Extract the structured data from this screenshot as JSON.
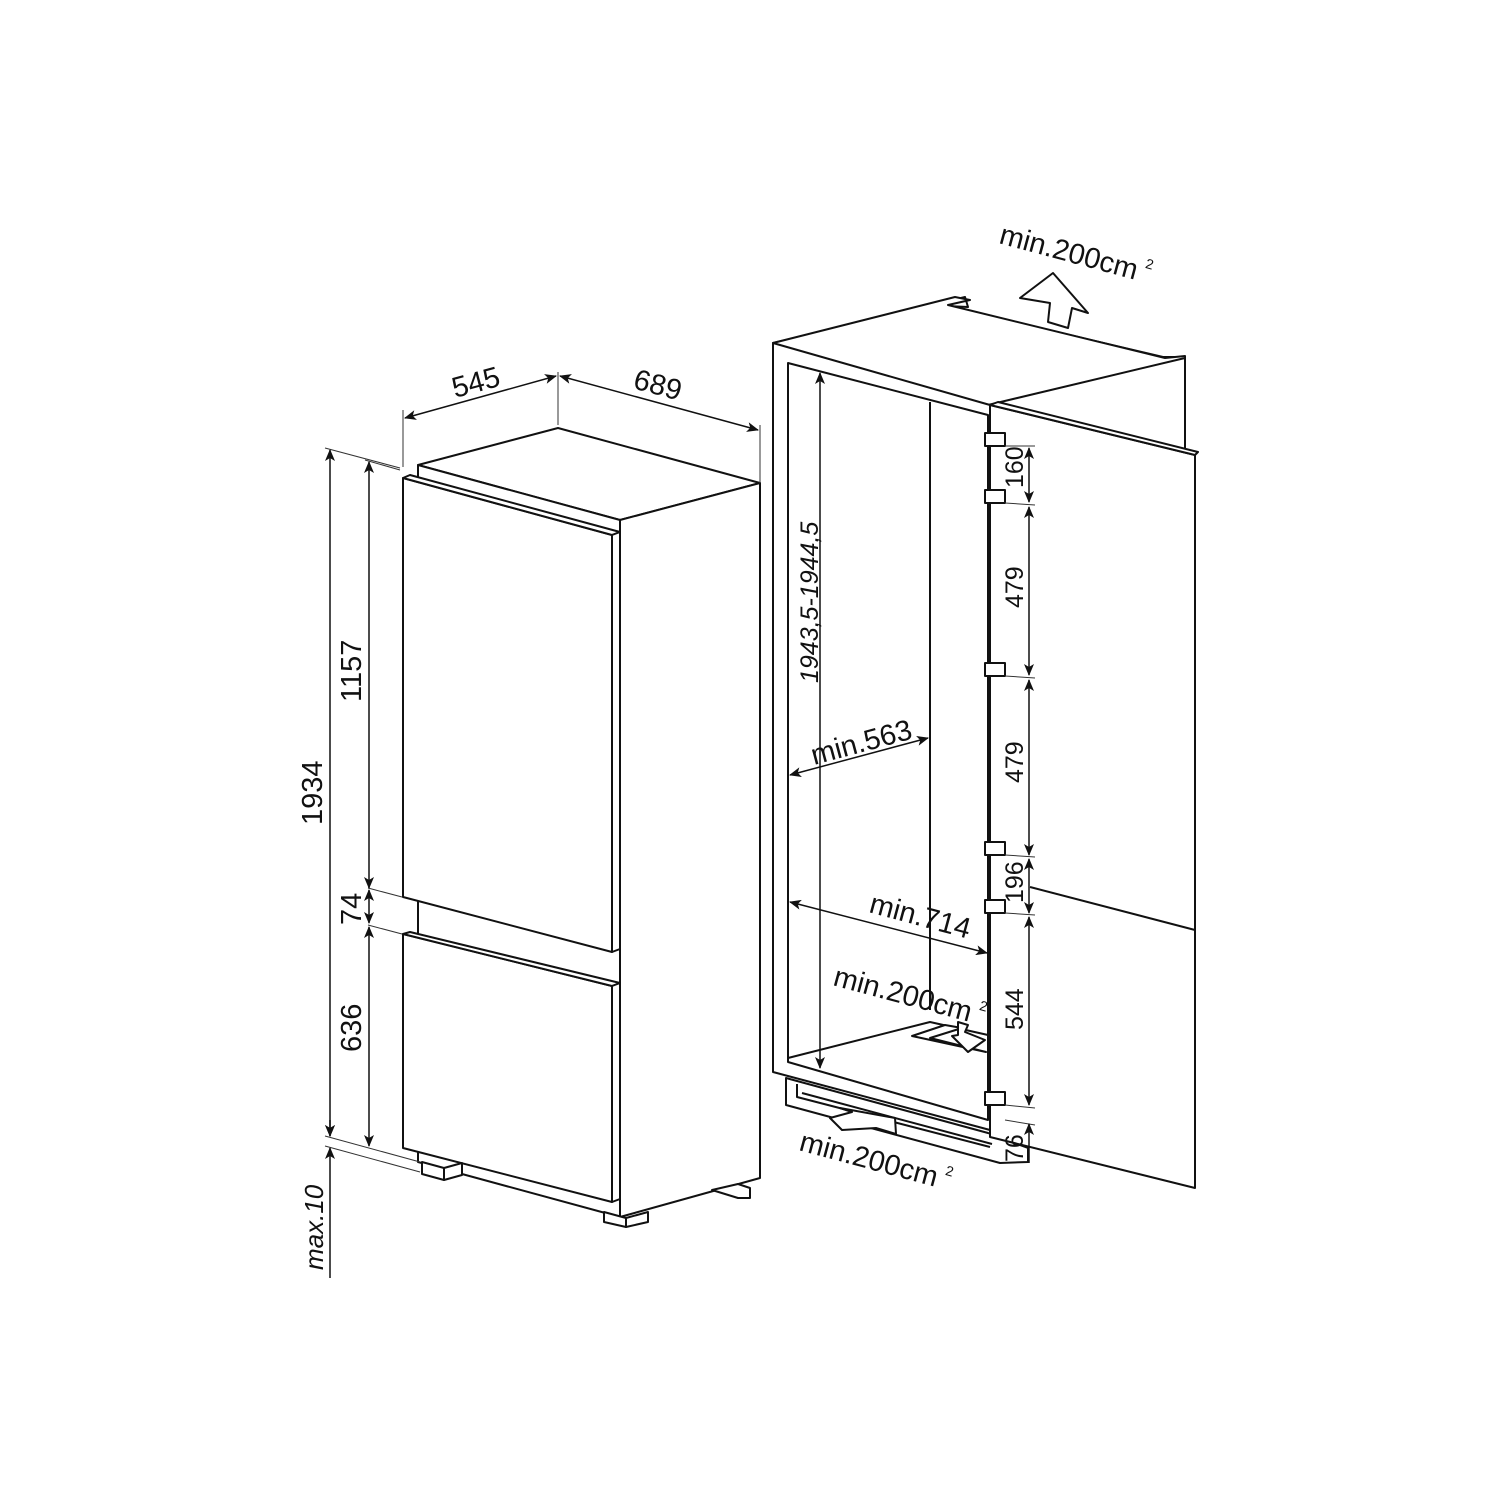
{
  "left_view": {
    "title": "appliance",
    "dims": {
      "depth": "545",
      "width": "689",
      "total_height": "1934",
      "upper_door_height": "1157",
      "door_gap": "74",
      "lower_door_height": "636",
      "max_adjust": "max.10"
    }
  },
  "right_view": {
    "title": "niche",
    "dims": {
      "niche_height": "1943,5-1944,5",
      "min_depth": "min.563",
      "min_width": "min.714",
      "hinge_spacing_1": "160",
      "hinge_spacing_2": "479",
      "hinge_spacing_3": "479",
      "hinge_spacing_4": "196",
      "hinge_spacing_5": "544",
      "hinge_spacing_6": "76"
    },
    "ventilation": {
      "top": {
        "label": "min.200cm",
        "sup": "2"
      },
      "inner": {
        "label": "min.200cm",
        "sup": "2"
      },
      "bottom": {
        "label": "min.200cm",
        "sup": "2"
      }
    }
  },
  "colors": {
    "line": "#111111",
    "background": "#ffffff"
  }
}
